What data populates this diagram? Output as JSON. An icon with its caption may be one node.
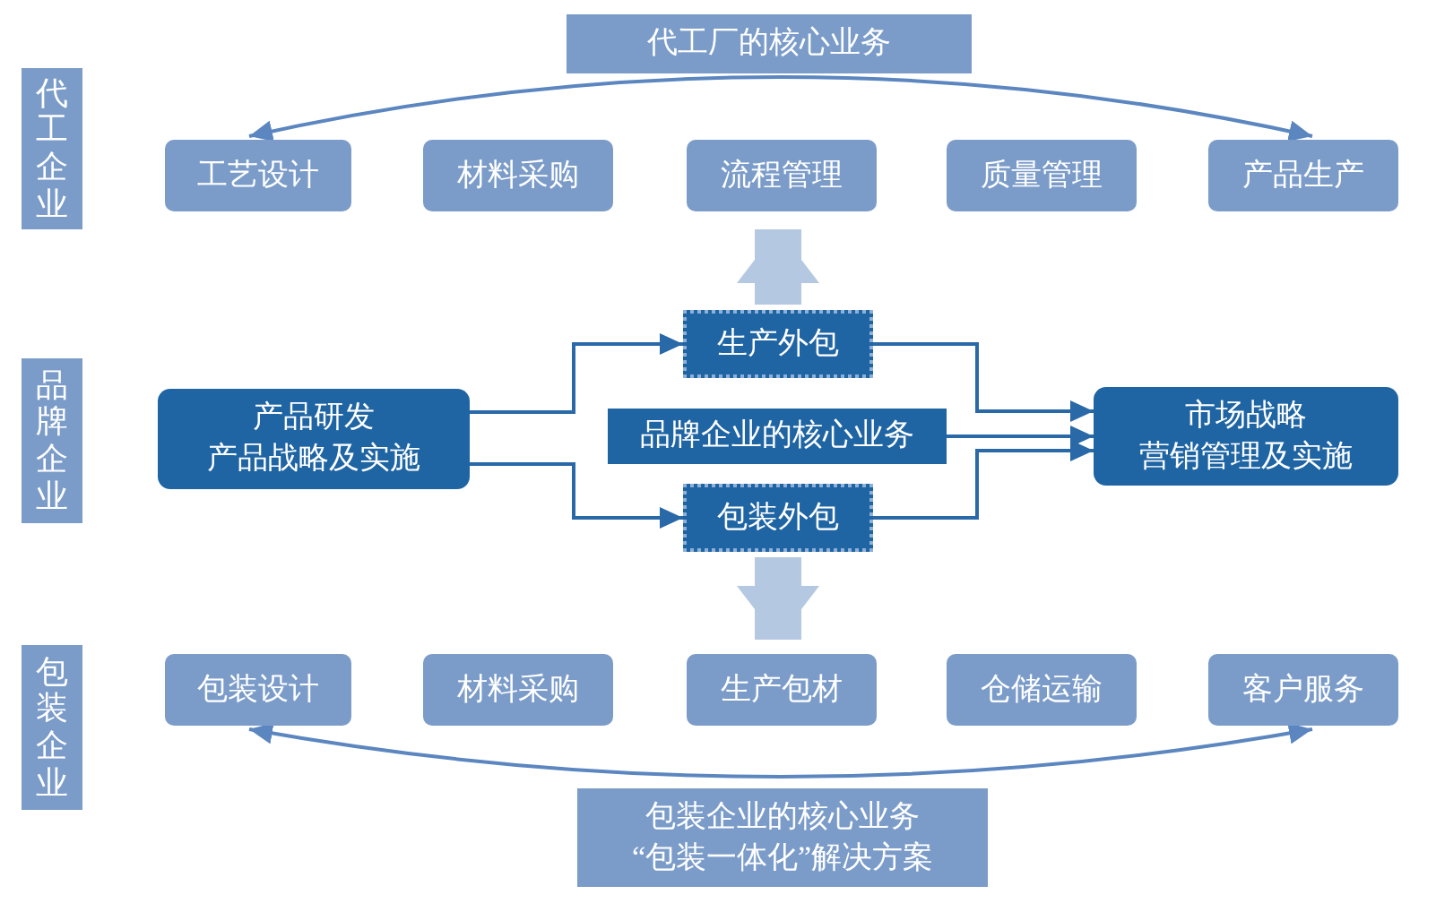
{
  "diagram": {
    "nodes": [
      {
        "text": [
          "代工企业"
        ]
      },
      {
        "text": [
          "代工厂的核心业务"
        ]
      },
      {
        "text": [
          "工艺设计"
        ]
      },
      {
        "text": [
          "材料采购"
        ]
      },
      {
        "text": [
          "流程管理"
        ]
      },
      {
        "text": [
          "质量管理"
        ]
      },
      {
        "text": [
          "产品生产"
        ]
      },
      {
        "text": [
          "品牌企业"
        ]
      },
      {
        "text": [
          "产品研发",
          "产品战略及实施"
        ]
      },
      {
        "text": [
          "生产外包"
        ]
      },
      {
        "text": [
          "品牌企业的核心业务"
        ]
      },
      {
        "text": [
          "包装外包"
        ]
      },
      {
        "text": [
          "市场战略",
          "营销管理及实施"
        ]
      },
      {
        "text": [
          "包装企业"
        ]
      },
      {
        "text": [
          "包装设计"
        ]
      },
      {
        "text": [
          "材料采购"
        ]
      },
      {
        "text": [
          "生产包材"
        ]
      },
      {
        "text": [
          "仓储运输"
        ]
      },
      {
        "text": [
          "客户服务"
        ]
      },
      {
        "text": [
          "包装企业的核心业务",
          "“包装一体化”解决方案"
        ]
      }
    ],
    "edges": [
      {
        "from": 2,
        "to": 6,
        "arrow": "both"
      },
      {
        "from": 8,
        "to": 9,
        "arrow": "to"
      },
      {
        "from": 8,
        "to": 11,
        "arrow": "to"
      },
      {
        "from": 9,
        "to": 12,
        "arrow": "to"
      },
      {
        "from": 10,
        "to": 12,
        "arrow": "to"
      },
      {
        "from": 11,
        "to": 12,
        "arrow": "to"
      },
      {
        "from": 9,
        "to": 4,
        "arrow": "to",
        "style": "thick",
        "color": "#b4c8e2"
      },
      {
        "from": 11,
        "to": 16,
        "arrow": "to",
        "style": "thick",
        "color": "#b4c8e2"
      },
      {
        "from": 14,
        "to": 18,
        "arrow": "both"
      }
    ]
  }
}
